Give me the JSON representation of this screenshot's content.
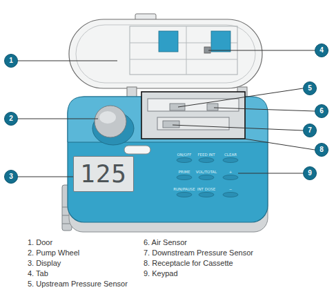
{
  "diagram": {
    "nodes": [
      {
        "text": [
          "1"
        ]
      },
      {
        "text": [
          "2"
        ]
      },
      {
        "text": [
          "3"
        ]
      },
      {
        "text": [
          "4"
        ]
      },
      {
        "text": [
          "5"
        ]
      },
      {
        "text": [
          "6"
        ]
      },
      {
        "text": [
          "7"
        ]
      },
      {
        "text": [
          "8"
        ]
      },
      {
        "text": [
          "9"
        ]
      },
      {
        "text": [
          "125"
        ]
      }
    ],
    "labels": [
      "ON/OFF",
      "FEED INT",
      "CLEAR",
      "PRIME",
      "VOL/TOTAL",
      "+",
      "RUN/PAUSE",
      "INT DOSE",
      "−",
      "1. Door",
      "2. Pump Wheel",
      "3. Display",
      "4. Tab",
      "5. Upstream Pressure Sensor",
      "6. Air Sensor",
      "7. Downstream Pressure Sensor",
      "8. Receptacle for Cassette",
      "9. Keypad"
    ]
  }
}
